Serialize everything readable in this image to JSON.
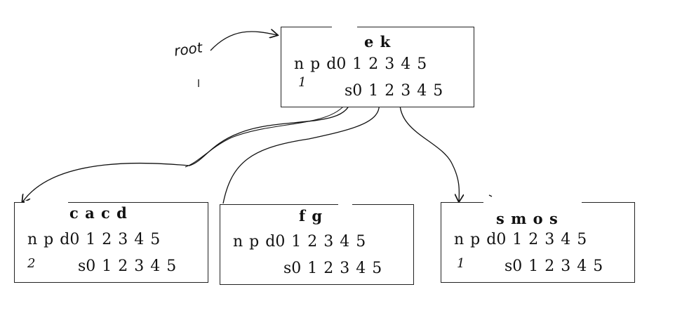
{
  "root_label": "root",
  "nodes": [
    {
      "id": "root",
      "keys": "e k",
      "row1": "n p d0 1 2 3 4 5",
      "row2": "s0 1 2 3 4 5",
      "mark": "1"
    },
    {
      "id": "child-1",
      "keys": "c a c d",
      "row1": "n p d0 1 2 3 4 5",
      "row2": "s0 1 2 3 4 5",
      "mark": "2"
    },
    {
      "id": "child-2",
      "keys": "f g",
      "row1": "n p d0 1 2 3 4 5",
      "row2": "s0 1 2 3 4 5",
      "mark": ""
    },
    {
      "id": "child-3",
      "keys": "s m o s",
      "row1": "n p d0 1 2 3 4 5",
      "row2": "s0 1 2 3 4 5",
      "mark": "1"
    }
  ]
}
